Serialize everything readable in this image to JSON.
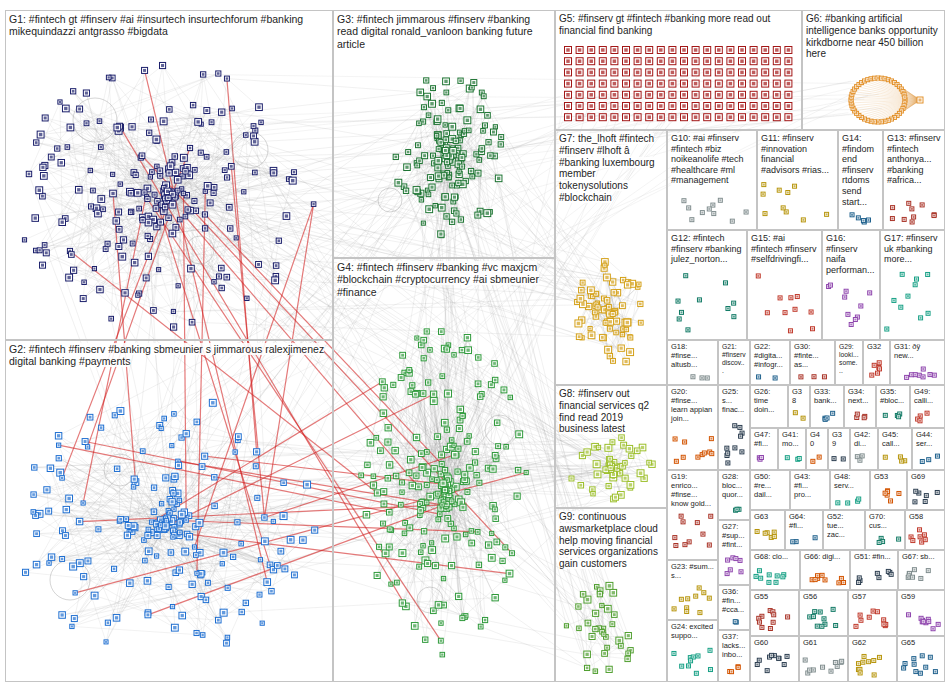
{
  "diagram": {
    "nodes": [
      {
        "text": [
          "G1: #fintech gt #finserv #ai #insurtech insurtechforum #banking mikequindazzi antgrasso #bigdata"
        ]
      },
      {
        "text": [
          "G3: #fintech jimmarous #finserv #banking read digital ronald_vanloon banking future article"
        ]
      },
      {
        "text": [
          "G5: #finserv gt #fintech #banking more read out financial find banking"
        ]
      },
      {
        "text": [
          "G6: #banking artificial intelligence banks opportunity kirkdborne near 450 billion here"
        ]
      },
      {
        "text": [
          "G7: the_lhoft #fintech #finserv #lhoft â #banking luxembourg member tokenysolutions #blockchain"
        ]
      },
      {
        "text": [
          "G10: #ai #finserv #fintech #biz noikeanolife #tech #healthcare #ml #management"
        ]
      },
      {
        "text": [
          "G11: #finserv #innovation financial #advisors #rias..."
        ]
      },
      {
        "text": [
          "G14: #findom end #finserv rtdoms send start..."
        ]
      },
      {
        "text": [
          "G13: #finserv #fintech anthonya... #banking #africa..."
        ]
      },
      {
        "text": [
          "G12: #fintech #finserv #banking julez_norton..."
        ]
      },
      {
        "text": [
          "G15: #ai #fintech #finserv #selfdrivingfi..."
        ]
      },
      {
        "text": [
          "G16: #finserv naifa performan..."
        ]
      },
      {
        "text": [
          "G17: #finserv uk #banking more..."
        ]
      },
      {
        "text": [
          "G4: #fintech #finserv #banking #vc maxjcm #blockchain #cryptocurrency #ai sbmeunier #finance"
        ]
      },
      {
        "text": [
          "G2: #fintech #finserv #banking sbmeunier s jimmarous ralexjimenez digital banking #payments"
        ]
      },
      {
        "text": [
          "G18: #finse... altusb..."
        ]
      },
      {
        "text": [
          "G21: #finserv discov..."
        ]
      },
      {
        "text": [
          "G22: #digita... #infogr..."
        ]
      },
      {
        "text": [
          "G30: #finte... as..."
        ]
      },
      {
        "text": [
          "G29: looki... some..."
        ]
      },
      {
        "text": [
          "G32"
        ]
      },
      {
        "text": [
          "G31: ðÿ new..."
        ]
      },
      {
        "text": [
          "G8: #finserv out financial services q2 find read 2019 business latest"
        ]
      },
      {
        "text": [
          "G20: #finse... learn appian join..."
        ]
      },
      {
        "text": [
          "G25: s... finac..."
        ]
      },
      {
        "text": [
          "G26: time doin..."
        ]
      },
      {
        "text": [
          "G38"
        ]
      },
      {
        "text": [
          "G33: bank..."
        ]
      },
      {
        "text": [
          "G34: next..."
        ]
      },
      {
        "text": [
          "G35: #bloc..."
        ]
      },
      {
        "text": [
          "G49: calli..."
        ]
      },
      {
        "text": [
          "G47: #fi..."
        ]
      },
      {
        "text": [
          "G41: mo..."
        ]
      },
      {
        "text": [
          "G40"
        ]
      },
      {
        "text": [
          "G39"
        ]
      },
      {
        "text": [
          "G42: di..."
        ]
      },
      {
        "text": [
          "G45: call..."
        ]
      },
      {
        "text": [
          "G44: ser..."
        ]
      },
      {
        "text": [
          "G19: enrico... #finse... know gold..."
        ]
      },
      {
        "text": [
          "G28: bloc... quor..."
        ]
      },
      {
        "text": [
          "G50: #re... dail..."
        ]
      },
      {
        "text": [
          "G43: #fi... pro..."
        ]
      },
      {
        "text": [
          "G48: serv..."
        ]
      },
      {
        "text": [
          "G53"
        ]
      },
      {
        "text": [
          "G69"
        ]
      },
      {
        "text": [
          "G9: continuous awsmarketplace cloud help moving financial services organizations gain customers"
        ]
      },
      {
        "text": [
          "G63"
        ]
      },
      {
        "text": [
          "G64: #fi..."
        ]
      },
      {
        "text": [
          "G52: tue... zac..."
        ]
      },
      {
        "text": [
          "G70: cus..."
        ]
      },
      {
        "text": [
          "G58"
        ]
      },
      {
        "text": [
          "G27: #sup... #fint..."
        ]
      },
      {
        "text": [
          "G68: clo..."
        ]
      },
      {
        "text": [
          "G66: digi..."
        ]
      },
      {
        "text": [
          "G51: #fin..."
        ]
      },
      {
        "text": [
          "G67: sb..."
        ]
      },
      {
        "text": [
          "G23: #sum... s..."
        ]
      },
      {
        "text": [
          "G36: #fin... #cca..."
        ]
      },
      {
        "text": [
          "G55"
        ]
      },
      {
        "text": [
          "G56"
        ]
      },
      {
        "text": [
          "G57"
        ]
      },
      {
        "text": [
          "G59"
        ]
      },
      {
        "text": [
          "G24: excited suppo..."
        ]
      },
      {
        "text": [
          "G37: lacks... inbo..."
        ]
      },
      {
        "text": [
          "G60"
        ]
      },
      {
        "text": [
          "G61"
        ]
      },
      {
        "text": [
          "G62"
        ]
      },
      {
        "text": [
          "G65"
        ]
      }
    ]
  }
}
